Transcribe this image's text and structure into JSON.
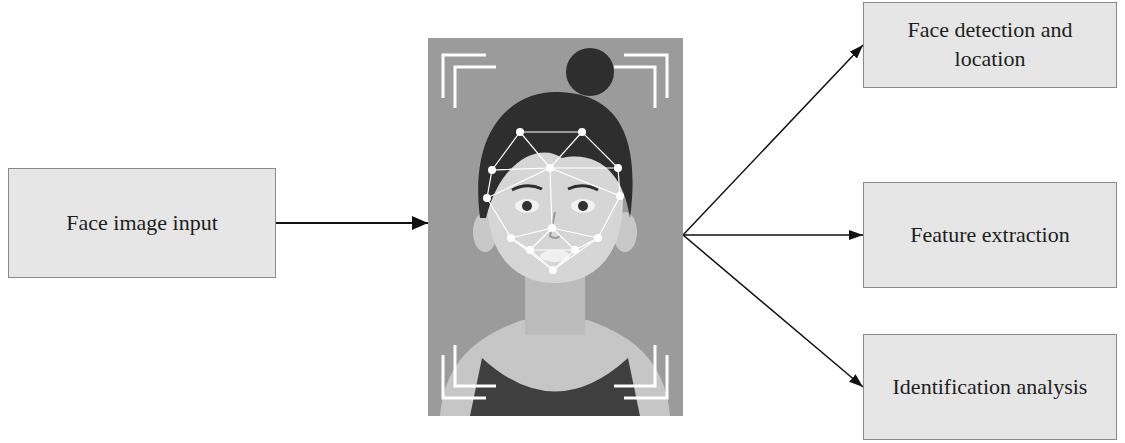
{
  "diagram": {
    "nodes": [
      {
        "text": [
          "Face image input"
        ]
      },
      {
        "text": [
          "Face detection and location"
        ]
      },
      {
        "text": [
          "Feature extraction"
        ]
      },
      {
        "text": [
          "Identification analysis"
        ]
      }
    ],
    "edges": [
      {
        "from": 0,
        "to": 1,
        "arrow": "to"
      },
      {
        "from": 0,
        "to": 2,
        "arrow": "to"
      },
      {
        "from": 0,
        "to": 3,
        "arrow": "to"
      }
    ]
  }
}
